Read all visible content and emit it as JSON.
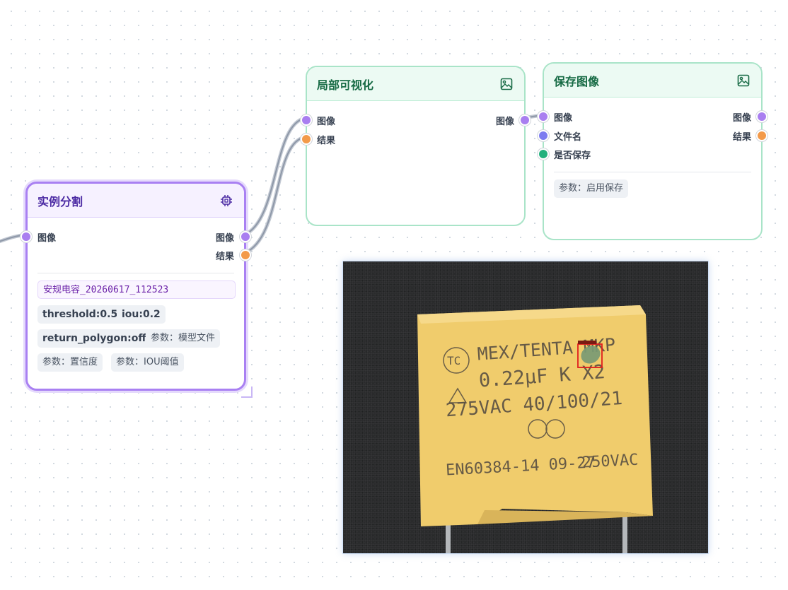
{
  "nodes": {
    "local_vis": {
      "title": "局部可视化",
      "icon": "image-icon",
      "inputs": [
        "图像",
        "结果"
      ],
      "outputs": [
        "图像"
      ]
    },
    "save_image": {
      "title": "保存图像",
      "icon": "image-icon",
      "inputs": [
        "图像",
        "文件名",
        "是否保存"
      ],
      "outputs": [
        "图像",
        "结果"
      ],
      "params": [
        "参数：启用保存"
      ]
    },
    "instance_seg": {
      "title": "实例分割",
      "icon": "chip-icon",
      "inputs": [
        "图像"
      ],
      "outputs": [
        "图像",
        "结果"
      ],
      "model_value": "安规电容_20260617_112523",
      "params": [
        "threshold:0.5",
        "iou:0.2",
        "return_polygon:off",
        "参数：模型文件",
        "参数：置信度",
        "参数：IOU阈值"
      ]
    }
  },
  "preview": {
    "image": "capacitor-photo",
    "printed_text": {
      "line1": "MEX/TENTA MKP",
      "line2": "0.22μF K  X2",
      "line3": "275VAC   40/100/21",
      "line4": "EN60384-14 09-27",
      "line5": "250VAC",
      "logo": "TC"
    }
  },
  "colors": {
    "port_image": "#a97ef0",
    "port_result": "#f39a4a",
    "port_filename": "#7c7cf0",
    "port_save": "#23b07d",
    "edge": "#9aa3b2",
    "capacitor": "#f0cc6c",
    "detection_box": "#e11d1d",
    "mask": "#7a9a74"
  }
}
